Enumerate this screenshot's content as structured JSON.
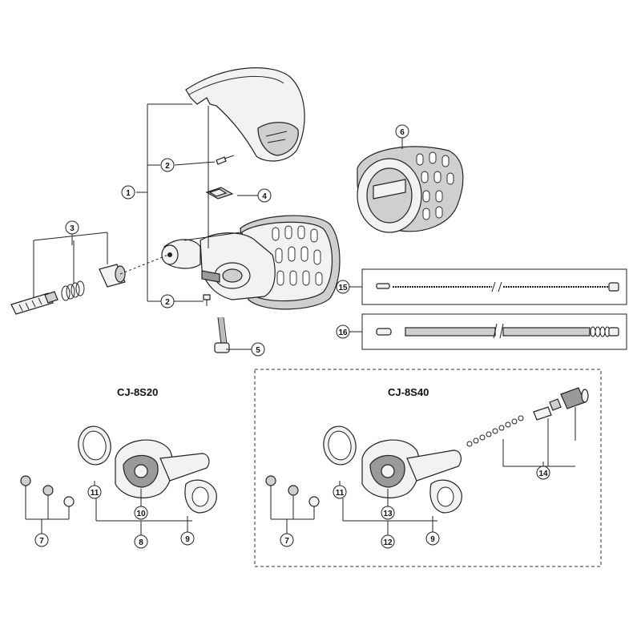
{
  "sections": {
    "left_title": "CJ-8S20",
    "right_title": "CJ-8S40"
  },
  "callouts": [
    "1",
    "2",
    "2",
    "3",
    "4",
    "5",
    "6",
    "7",
    "7",
    "8",
    "9",
    "9",
    "10",
    "11",
    "11",
    "12",
    "13",
    "14",
    "15",
    "16"
  ]
}
